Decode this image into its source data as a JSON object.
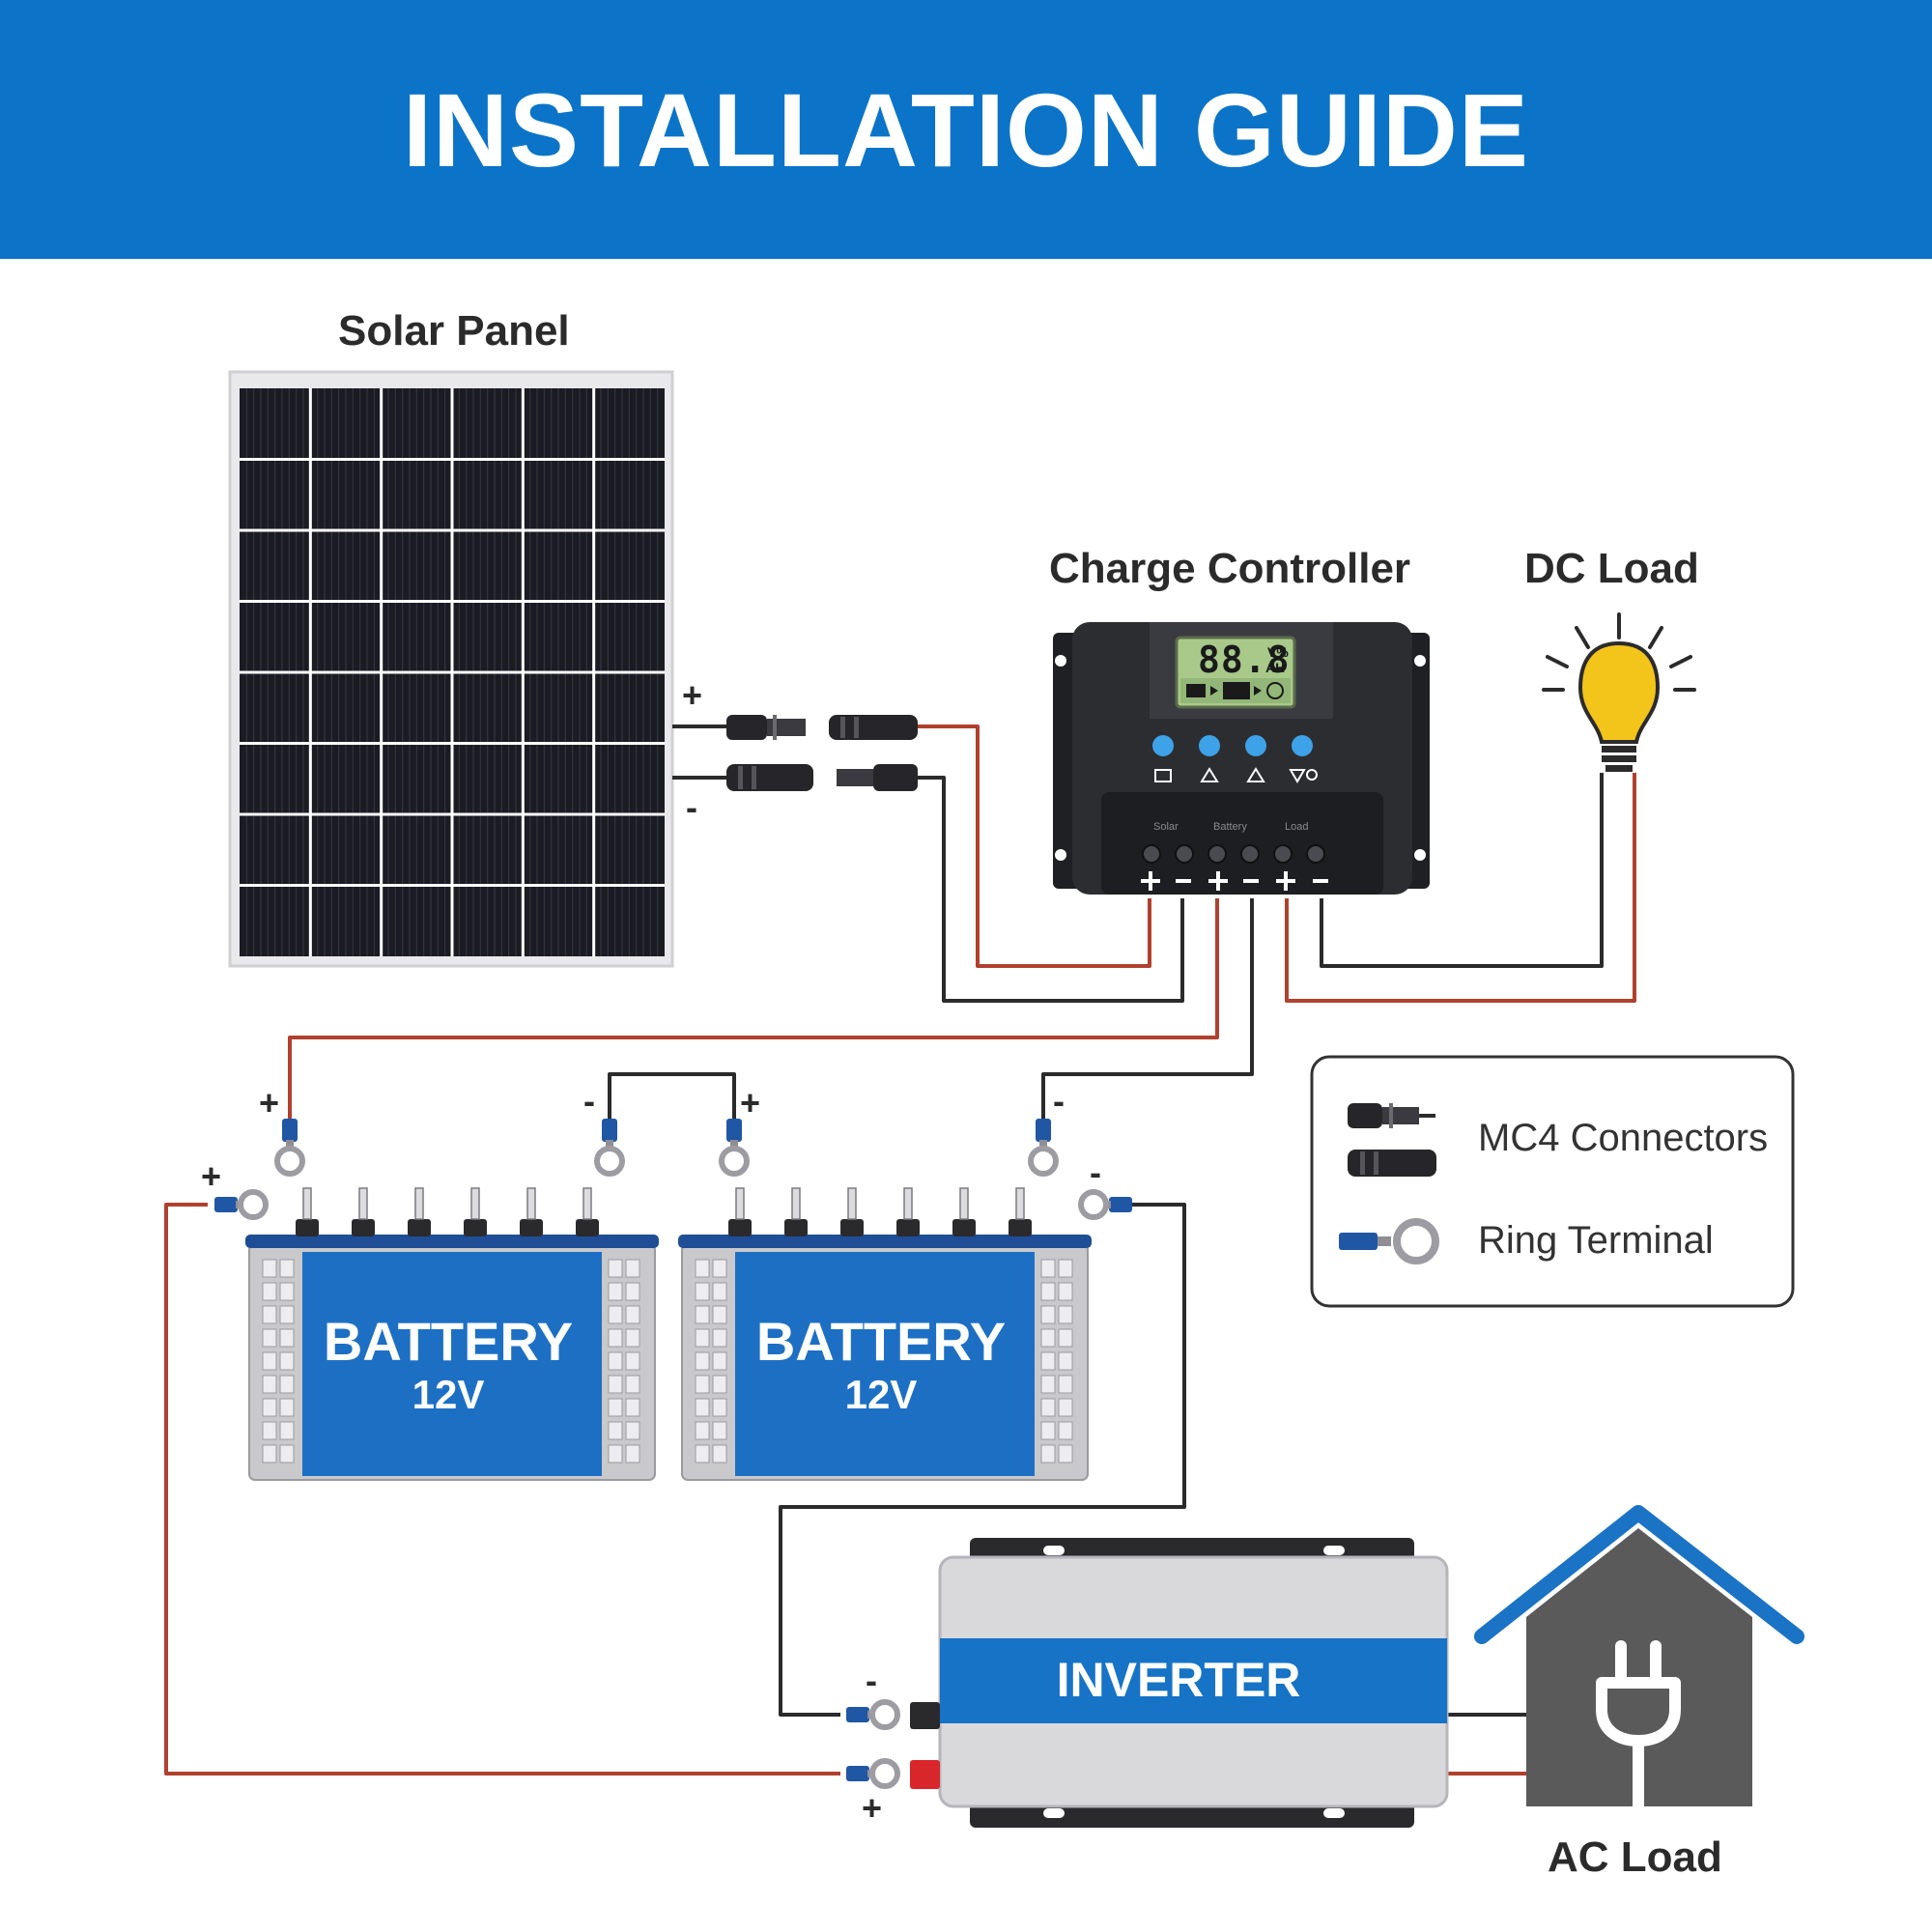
{
  "title": "INSTALLATION GUIDE",
  "labels": {
    "solar_panel": "Solar Panel",
    "charge_controller": "Charge Controller",
    "dc_load": "DC Load",
    "ac_load": "AC Load"
  },
  "controller": {
    "lcd_digits": "88.8",
    "lcd_unit_top": "V%",
    "lcd_unit_bottom": "AH",
    "terminal_labels": [
      "Solar",
      "Battery",
      "Load"
    ]
  },
  "batteries": [
    {
      "title": "BATTERY",
      "voltage": "12V"
    },
    {
      "title": "BATTERY",
      "voltage": "12V"
    }
  ],
  "inverter": {
    "label": "INVERTER"
  },
  "legend": {
    "mc4": "MC4 Connectors",
    "ring": "Ring Terminal"
  },
  "signs": {
    "plus": "+",
    "minus": "-"
  },
  "colors": {
    "banner": "#0b74c8",
    "battery_blue": "#1d6fc4",
    "positive_wire": "#b0412e",
    "negative_wire": "#2b2b2b",
    "bulb": "#f3c41a",
    "house": "#5a5a5a",
    "roof": "#1a73c5"
  }
}
